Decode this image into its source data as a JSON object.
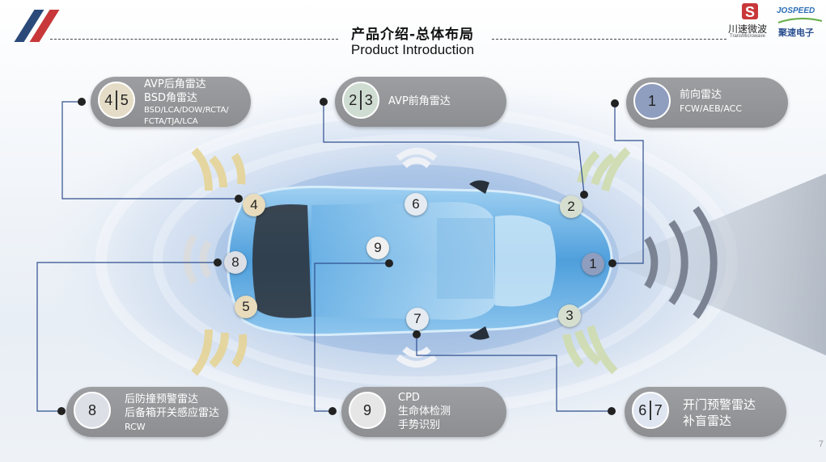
{
  "header": {
    "title": "产品介绍-总体布局",
    "subtitle": "Product Introduction"
  },
  "brands": {
    "transmicrowave_name": "川速微波",
    "transmicrowave_sub": "TransMicrowave",
    "josspeed_logo": "JOSPEED",
    "josspeed_name": "聚速电子"
  },
  "cards": [
    {
      "badge": [
        "4",
        "5"
      ],
      "badge_color": "#e4dcc6",
      "lines": [
        "AVP后角雷达",
        "BSD角雷达",
        "BSD/LCA/DOW/RCTA/",
        "FCTA/TJA/LCA"
      ]
    },
    {
      "badge": [
        "2",
        "3"
      ],
      "badge_color": "#cfdcd2",
      "lines": [
        "AVP前角雷达"
      ]
    },
    {
      "badge": [
        "1"
      ],
      "badge_color": "#8f9dbe",
      "lines": [
        "前向雷达",
        "FCW/AEB/ACC"
      ]
    },
    {
      "badge": [
        "8"
      ],
      "badge_color": "#dcdfe6",
      "lines": [
        "后防撞预警雷达",
        "后备箱开关感应雷达",
        "RCW"
      ]
    },
    {
      "badge": [
        "9"
      ],
      "badge_color": "#e6e6e6",
      "lines": [
        "CPD",
        "生命体检测",
        "手势识别"
      ]
    },
    {
      "badge": [
        "6",
        "7"
      ],
      "badge_color": "#dfe6f1",
      "lines": [
        "开门预警雷达",
        "补盲雷达"
      ]
    }
  ],
  "markers": [
    {
      "label": "1",
      "color": "#8f9dbe"
    },
    {
      "label": "2",
      "color": "#d6dfcf"
    },
    {
      "label": "3",
      "color": "#d6dfcf"
    },
    {
      "label": "4",
      "color": "#e8dcbc"
    },
    {
      "label": "5",
      "color": "#e8dcbc"
    },
    {
      "label": "6",
      "color": "#e6ebf2"
    },
    {
      "label": "7",
      "color": "#e6ebf2"
    },
    {
      "label": "8",
      "color": "#dcdfe6"
    },
    {
      "label": "9",
      "color": "#f0f0f0"
    }
  ],
  "page_number": "7",
  "colors": {
    "accent_navy": "#2b4a7a",
    "accent_red": "#c8383a",
    "pill_gray": "#939598",
    "connector_blue": "#2f4f8f",
    "radar_yellow": "#e6d497",
    "radar_green": "#cfdcaf",
    "radar_gray": "#8a9099",
    "car_blue": "#5aa8e0"
  }
}
